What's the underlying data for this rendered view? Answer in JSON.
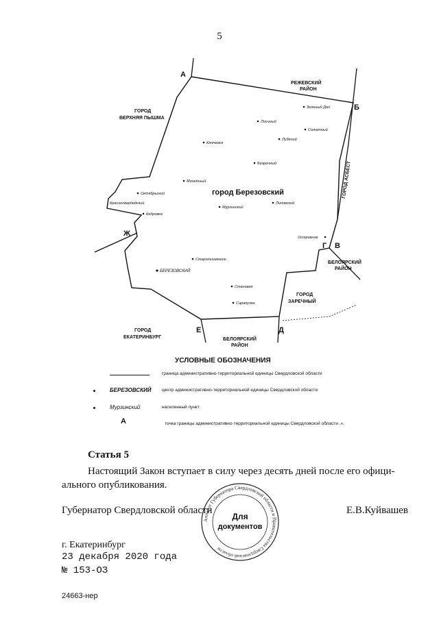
{
  "page_number": "5",
  "map": {
    "points": [
      "А",
      "Б",
      "В",
      "Г",
      "Д",
      "Е",
      "Ж"
    ],
    "region_labels": {
      "rezhevsky_1": "РЕЖЕВСКИЙ",
      "rezhevsky_2": "РАЙОН",
      "pyshma_1": "ГОРОД",
      "pyshma_2": "ВЕРХНЯЯ ПЫШМА",
      "asbest": "ГОРОД АСБЕСТ",
      "beloyarsky_east_1": "БЕЛОЯРСКИЙ",
      "beloyarsky_east_2": "РАЙОН",
      "zarechny_1": "ГОРОД",
      "zarechny_2": "ЗАРЕЧНЫЙ",
      "beloyarsky_south_1": "БЕЛОЯРСКИЙ",
      "beloyarsky_south_2": "РАЙОН",
      "ekb_1": "ГОРОД",
      "ekb_2": "ЕКАТЕРИНБУРГ"
    },
    "main_title": "город Березовский",
    "settlements": [
      "Зеленый Дол",
      "Лосиный",
      "Солнечный",
      "Ключевск",
      "Лубяной",
      "Безречный",
      "Монетный",
      "Октябрьский",
      "Красногвардейский",
      "Кедровка",
      "Мурзинский",
      "Липовский",
      "Островное",
      "Старопышминск",
      "Становая",
      "Сарапулка"
    ],
    "center": "БЕРЕЗОВСКИЙ"
  },
  "legend": {
    "title": "УСЛОВНЫЕ ОБОЗНАЧЕНИЯ",
    "rows": [
      {
        "key": "",
        "text": "граница административно-территориальной единицы Свердловской области"
      },
      {
        "key": "БЕРЕЗОВСКИЙ",
        "text": "центр административно-территориальной единицы Свердловской области"
      },
      {
        "key": "Мурзинский",
        "text": "населенный пункт"
      },
      {
        "key": "А",
        "text": "точка границы административно-территориальной единицы Свердловской области .»."
      }
    ]
  },
  "article": {
    "title": "Статья 5",
    "line1": "Настоящий Закон вступает в силу через десять дней после его офици-",
    "line2": "ального опубликования."
  },
  "signature": {
    "title": "Губернатор Свердловской области",
    "name": "Е.В.Куйвашев"
  },
  "stamp": {
    "line1": "Для",
    "line2": "документов",
    "ring": "Аппарат Губернатора Свердловской области и Правительства Свердловской области"
  },
  "footer": {
    "city": "г. Екатеринбург",
    "date": "23 декабря 2020 года",
    "number": "№ 153-ОЗ",
    "code": "24663-нер"
  }
}
